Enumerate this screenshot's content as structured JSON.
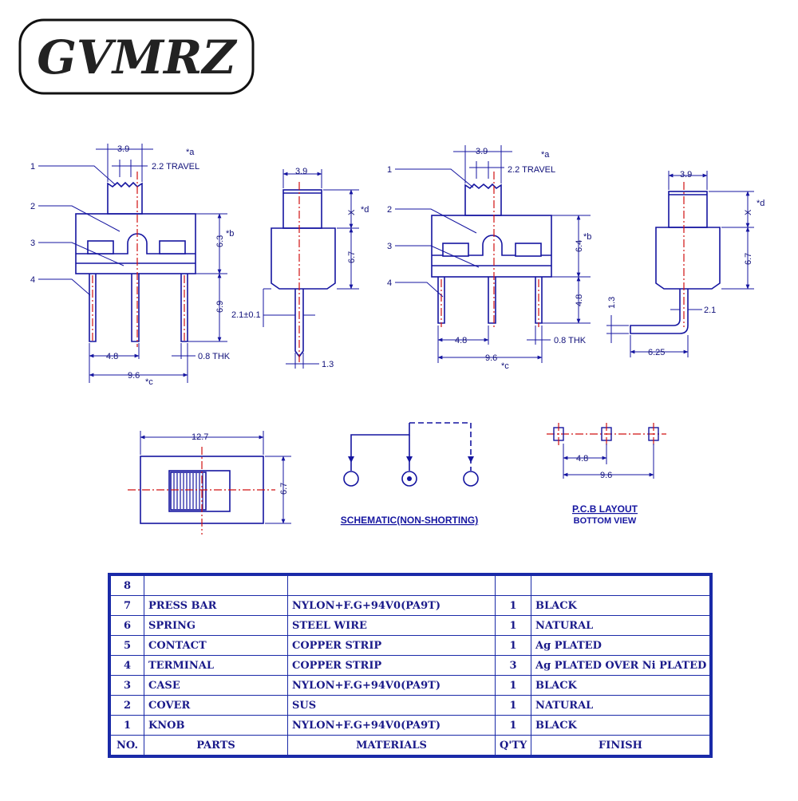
{
  "logo": {
    "text": "GVMRZ"
  },
  "view1": {
    "callouts": [
      "1",
      "2",
      "3",
      "4"
    ],
    "dim_top_width": "3.9",
    "travel_marker": "*a",
    "travel": "2.2 TRAVEL",
    "dim_case_height": "6.3",
    "dim_case_marker": "*b",
    "dim_pin_length": "6.9",
    "dim_pitch": "4.8",
    "dim_thk": "0.8 THK",
    "dim_total": "9.6",
    "dim_total_marker": "*c"
  },
  "view2": {
    "dim_width": "3.9",
    "dim_x": "X",
    "dim_x_marker": "*d",
    "dim_height": "6.7",
    "dim_pin": "2.1±0.1",
    "dim_pin_thk": "1.3"
  },
  "view3": {
    "callouts": [
      "1",
      "2",
      "3",
      "4"
    ],
    "dim_top_width": "3.9",
    "travel_marker": "*a",
    "travel": "2.2 TRAVEL",
    "dim_case_height": "6.4",
    "dim_case_marker": "*b",
    "dim_pin_length": "4.8",
    "dim_pitch": "4.8",
    "dim_thk": "0.8 THK",
    "dim_total": "9.6",
    "dim_total_marker": "*c"
  },
  "view4": {
    "dim_width": "3.9",
    "dim_x": "X",
    "dim_x_marker": "*d",
    "dim_height": "6.7",
    "dim_left": "1.3",
    "dim_right": "2.1",
    "dim_length": "6.25"
  },
  "top_view": {
    "dim_length": "12.7",
    "dim_height": "6.7"
  },
  "schematic": {
    "caption": "SCHEMATIC(NON-SHORTING)"
  },
  "pcb": {
    "dim_pitch": "4.8",
    "dim_total": "9.6",
    "caption_line1": "P.C.B LAYOUT",
    "caption_line2": "BOTTOM VIEW"
  },
  "bom": {
    "rows": [
      {
        "no": "8",
        "part": "",
        "material": "",
        "qty": "",
        "finish": ""
      },
      {
        "no": "7",
        "part": "PRESS BAR",
        "material": "NYLON+F.G+94V0(PA9T)",
        "qty": "1",
        "finish": "BLACK"
      },
      {
        "no": "6",
        "part": "SPRING",
        "material": "STEEL WIRE",
        "qty": "1",
        "finish": "NATURAL"
      },
      {
        "no": "5",
        "part": "CONTACT",
        "material": "COPPER STRIP",
        "qty": "1",
        "finish": "Ag PLATED"
      },
      {
        "no": "4",
        "part": "TERMINAL",
        "material": "COPPER STRIP",
        "qty": "3",
        "finish": "Ag PLATED OVER Ni PLATED"
      },
      {
        "no": "3",
        "part": "CASE",
        "material": "NYLON+F.G+94V0(PA9T)",
        "qty": "1",
        "finish": "BLACK"
      },
      {
        "no": "2",
        "part": "COVER",
        "material": "SUS",
        "qty": "1",
        "finish": "NATURAL"
      },
      {
        "no": "1",
        "part": "KNOB",
        "material": "NYLON+F.G+94V0(PA9T)",
        "qty": "1",
        "finish": "BLACK"
      }
    ],
    "header": {
      "no": "NO.",
      "part": "PARTS",
      "material": "MATERIALS",
      "qty": "Q'TY",
      "finish": "FINISH"
    }
  }
}
